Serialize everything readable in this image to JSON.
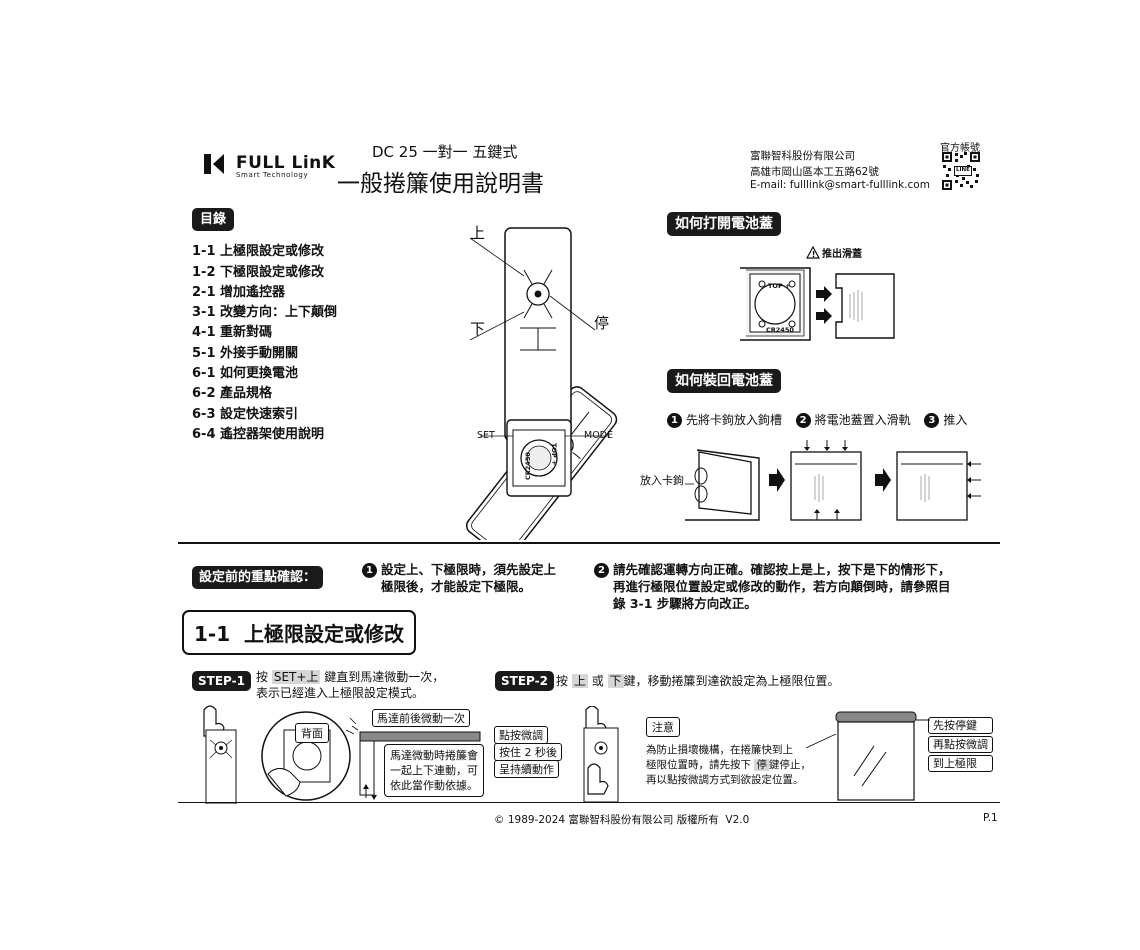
{
  "header": {
    "brand": "FULL LinK",
    "brand_sub": "Smart Technology",
    "model": "DC 25 一對一 五鍵式",
    "title": "一般捲簾使用說明書",
    "company": "富聯智科股份有限公司",
    "address": "高雄市岡山區本工五路62號",
    "email": "E-mail: fulllink@smart-fulllink.com",
    "official_account": "官方帳號",
    "line_badge": "LINE"
  },
  "toc": {
    "title": "目錄",
    "items": [
      "1-1  上極限設定或修改",
      "1-2  下極限設定或修改",
      "2-1  增加遙控器",
      "3-1  改變方向：上下顛倒",
      "4-1  重新對碼",
      "5-1  外接手動開關",
      "6-1  如何更換電池",
      "6-2  產品規格",
      "6-3  設定快速索引",
      "6-4  遙控器架使用說明"
    ]
  },
  "remote": {
    "up": "上",
    "down": "下",
    "stop": "停",
    "set": "SET",
    "mode": "MODE",
    "top_label": "TOP +",
    "battery": "CR2450"
  },
  "battery_open": {
    "title": "如何打開電池蓋",
    "warning": "推出滑蓋",
    "top_label": "TOP +",
    "battery": "CR2450"
  },
  "battery_close": {
    "title": "如何裝回電池蓋",
    "step1_no": "1",
    "step1": "先將卡鉤放入鉤槽",
    "step2_no": "2",
    "step2": "將電池蓋置入滑軌",
    "step3_no": "3",
    "step3": "推入",
    "hook_label": "放入卡鉤"
  },
  "important": {
    "label": "設定前的重點確認：",
    "note1_no": "1",
    "note1_line1": "設定上、下極限時，須先設定上",
    "note1_line2": "極限後，才能設定下極限。",
    "note2_no": "2",
    "note2_line1": "請先確認運轉方向正確。確認按上是上，按下是下的情形下，",
    "note2_line2": "再進行極限位置設定或修改的動作，若方向顛倒時，請參照目",
    "note2_line3": "錄 3-1 步驟將方向改正。"
  },
  "section": {
    "title": "1-1  上極限設定或修改"
  },
  "step1": {
    "label": "STEP-1",
    "press": "按",
    "keys": "SET+上",
    "text_line1": "鍵直到馬達微動一次，",
    "text_line2": "表示已經進入上極限設定模式。",
    "back_label": "背面",
    "motor_label": "馬達前後微動一次",
    "motor_note_line1": "馬達微動時捲簾會",
    "motor_note_line2": "一起上下連動，可",
    "motor_note_line3": "依此當作動依據。"
  },
  "step2": {
    "label": "STEP-2",
    "press": "按",
    "key_up": "上",
    "or": "或",
    "key_down": "下",
    "text": "鍵，移動捲簾到達欲設定為上極限位置。",
    "tap": "點按微調",
    "hold": "按住 2 秒後",
    "continuous": "呈持續動作",
    "notice_title": "注意",
    "notice_line1": "為防止損壞機構，在捲簾快到上",
    "notice_line2": "極限位置時，請先按下",
    "notice_stop": "停",
    "notice_line2b": "鍵停止，",
    "notice_line3": "再以點按微調方式到欲設定位置。",
    "result1": "先按停鍵",
    "result2": "再點按微調",
    "result3": "到上極限"
  },
  "footer": {
    "copyright": "© 1989-2024 富聯智科股份有限公司 版權所有  V2.0",
    "page": "P.1"
  }
}
